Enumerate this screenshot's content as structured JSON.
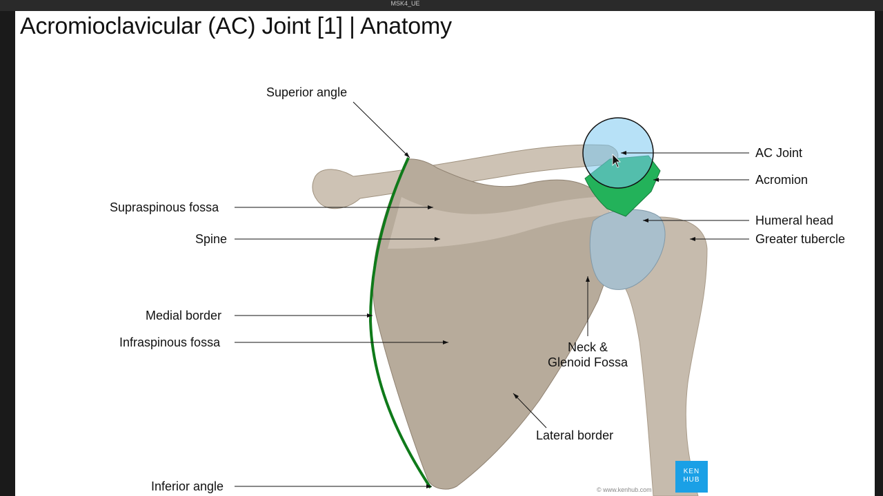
{
  "window": {
    "title": "MSK4_UE"
  },
  "slide": {
    "title": "Acromioclavicular (AC) Joint [1] | Anatomy",
    "labels": {
      "superior_angle": "Superior angle",
      "supraspinous_fossa": "Supraspinous fossa",
      "spine": "Spine",
      "medial_border": "Medial border",
      "infraspinous_fossa": "Infraspinous fossa",
      "inferior_angle": "Inferior angle",
      "ac_joint": "AC Joint",
      "acromion": "Acromion",
      "humeral_head": "Humeral head",
      "greater_tubercle": "Greater tubercle",
      "neck_glenoid_1": "Neck &",
      "neck_glenoid_2": "Glenoid Fossa",
      "lateral_border": "Lateral border"
    },
    "logo": {
      "line1": "KEN",
      "line2": "HUB"
    },
    "copyright": "© www.kenhub.com"
  },
  "colors": {
    "highlight_green": "#0f7a1a",
    "acromion_green": "#23b25a",
    "ac_circle": "#7cc8f0",
    "bone": "#bfb3a4"
  }
}
